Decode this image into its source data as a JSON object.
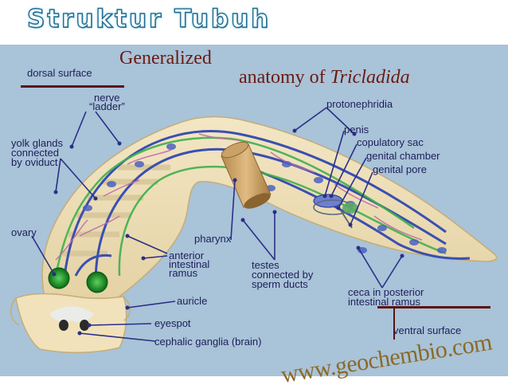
{
  "slide": {
    "title": "Struktur Tubuh"
  },
  "figure": {
    "title_line1": "Generalized",
    "title_line2_prefix": "anatomy of ",
    "title_line2_italic": "Tricladida",
    "watermark": "www.geochembio.com",
    "labels": {
      "dorsal_surface": "dorsal surface",
      "ventral_surface": "ventral surface",
      "nerve_ladder_1": "nerve",
      "nerve_ladder_2": "“ladder”",
      "yolk_1": "yolk glands",
      "yolk_2": "connected",
      "yolk_3": "by oviduct",
      "ovary": "ovary",
      "protonephridia": "protonephridia",
      "penis": "penis",
      "copulatory_sac": "copulatory sac",
      "genital_chamber": "genital chamber",
      "genital_pore": "genital pore",
      "pharynx": "pharynx",
      "anterior_1": "anterior",
      "anterior_2": "intestinal",
      "anterior_3": "ramus",
      "testes_1": "testes",
      "testes_2": "connected by",
      "testes_3": "sperm ducts",
      "ceca_1": "ceca in posterior",
      "ceca_2": "intestinal ramus",
      "auricle": "auricle",
      "eyespot": "eyespot",
      "cephalic": "cephalic ganglia (brain)"
    }
  }
}
